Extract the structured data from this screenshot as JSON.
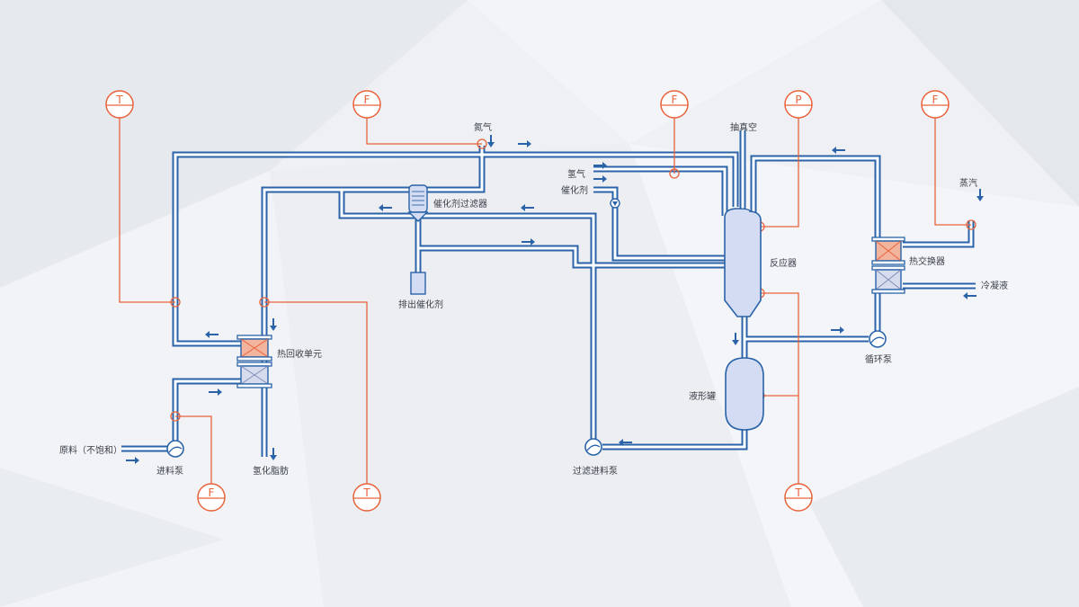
{
  "equipment": {
    "feed_pump": "进料泵",
    "heat_recovery_unit": "热回收单元",
    "catalyst_filter": "催化剂过滤器",
    "discharge_catalyst": "排出催化剂",
    "reactor": "反应器",
    "liquid_tank": "液形罐",
    "filter_feed_pump": "过滤进料泵",
    "heat_exchanger": "热交换器",
    "circulation_pump": "循环泵"
  },
  "streams": {
    "raw_material": "原料（不饱和）",
    "nitrogen": "氮气",
    "hydrogen": "氢气",
    "catalyst": "催化剂",
    "vacuum": "抽真空",
    "steam": "蒸汽",
    "condensate": "冷凝液",
    "hydrogenated_fat": "氢化脂肪"
  },
  "instruments": {
    "t_top_left": "T",
    "f_nitrogen": "F",
    "f_hydrogen": "F",
    "p_reactor": "P",
    "f_steam": "F",
    "f_feed": "F",
    "t_bottom_mid": "T",
    "t_bottom_right": "T"
  },
  "colors": {
    "pipe": "#2b63a8",
    "signal": "#e8633c",
    "vessel": "#d3dcf2",
    "hot_side": "#f2b49c",
    "background": "#eef0f3"
  }
}
